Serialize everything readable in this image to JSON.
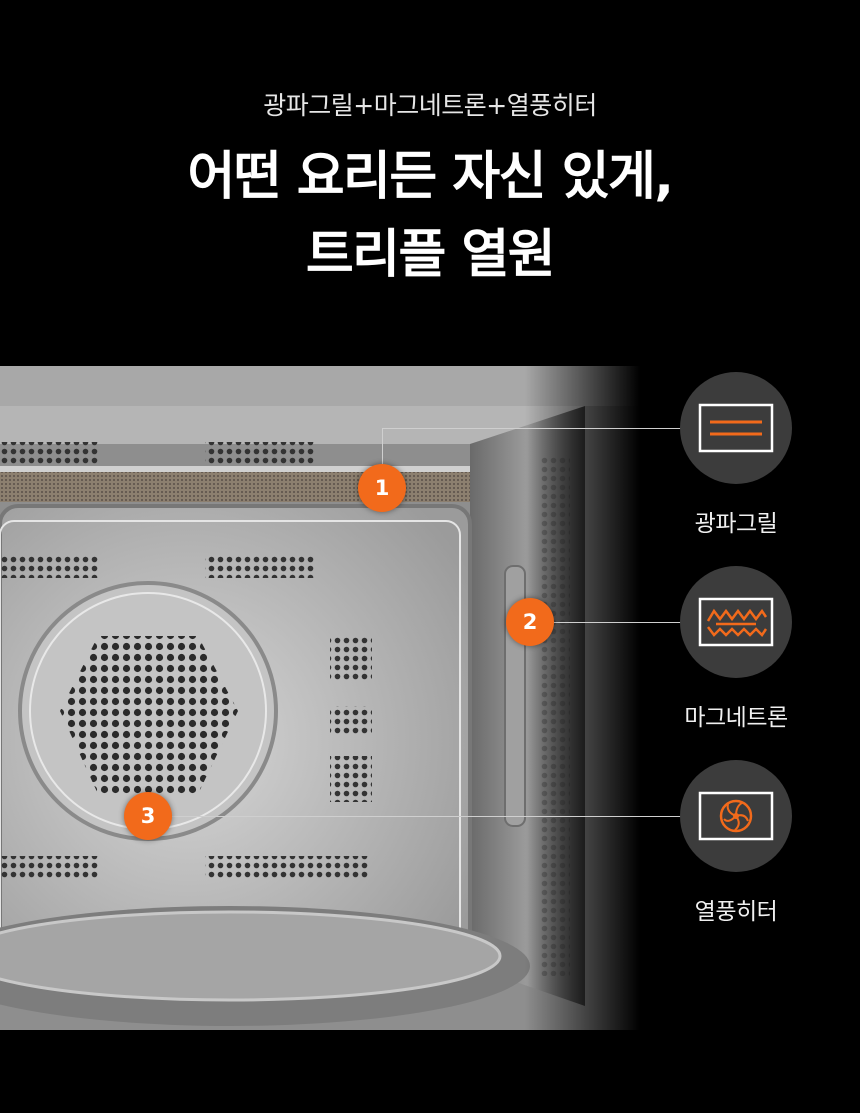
{
  "header": {
    "subtitle": "광파그릴+마그네트론+열풍히터",
    "headline_line1": "어떤 요리든 자신 있게,",
    "headline_line2": "트리플 열원"
  },
  "markers": [
    "1",
    "2",
    "3"
  ],
  "features": [
    {
      "number": "1",
      "label": "광파그릴",
      "icon": "grill-heater-icon"
    },
    {
      "number": "2",
      "label": "마그네트론",
      "icon": "microwave-wave-icon"
    },
    {
      "number": "3",
      "label": "열풍히터",
      "icon": "convection-fan-icon"
    }
  ],
  "colors": {
    "background": "#000000",
    "accent": "#f26a1b",
    "icon_circle": "#3c3c3c",
    "leader_line": "#cfcfcf"
  }
}
